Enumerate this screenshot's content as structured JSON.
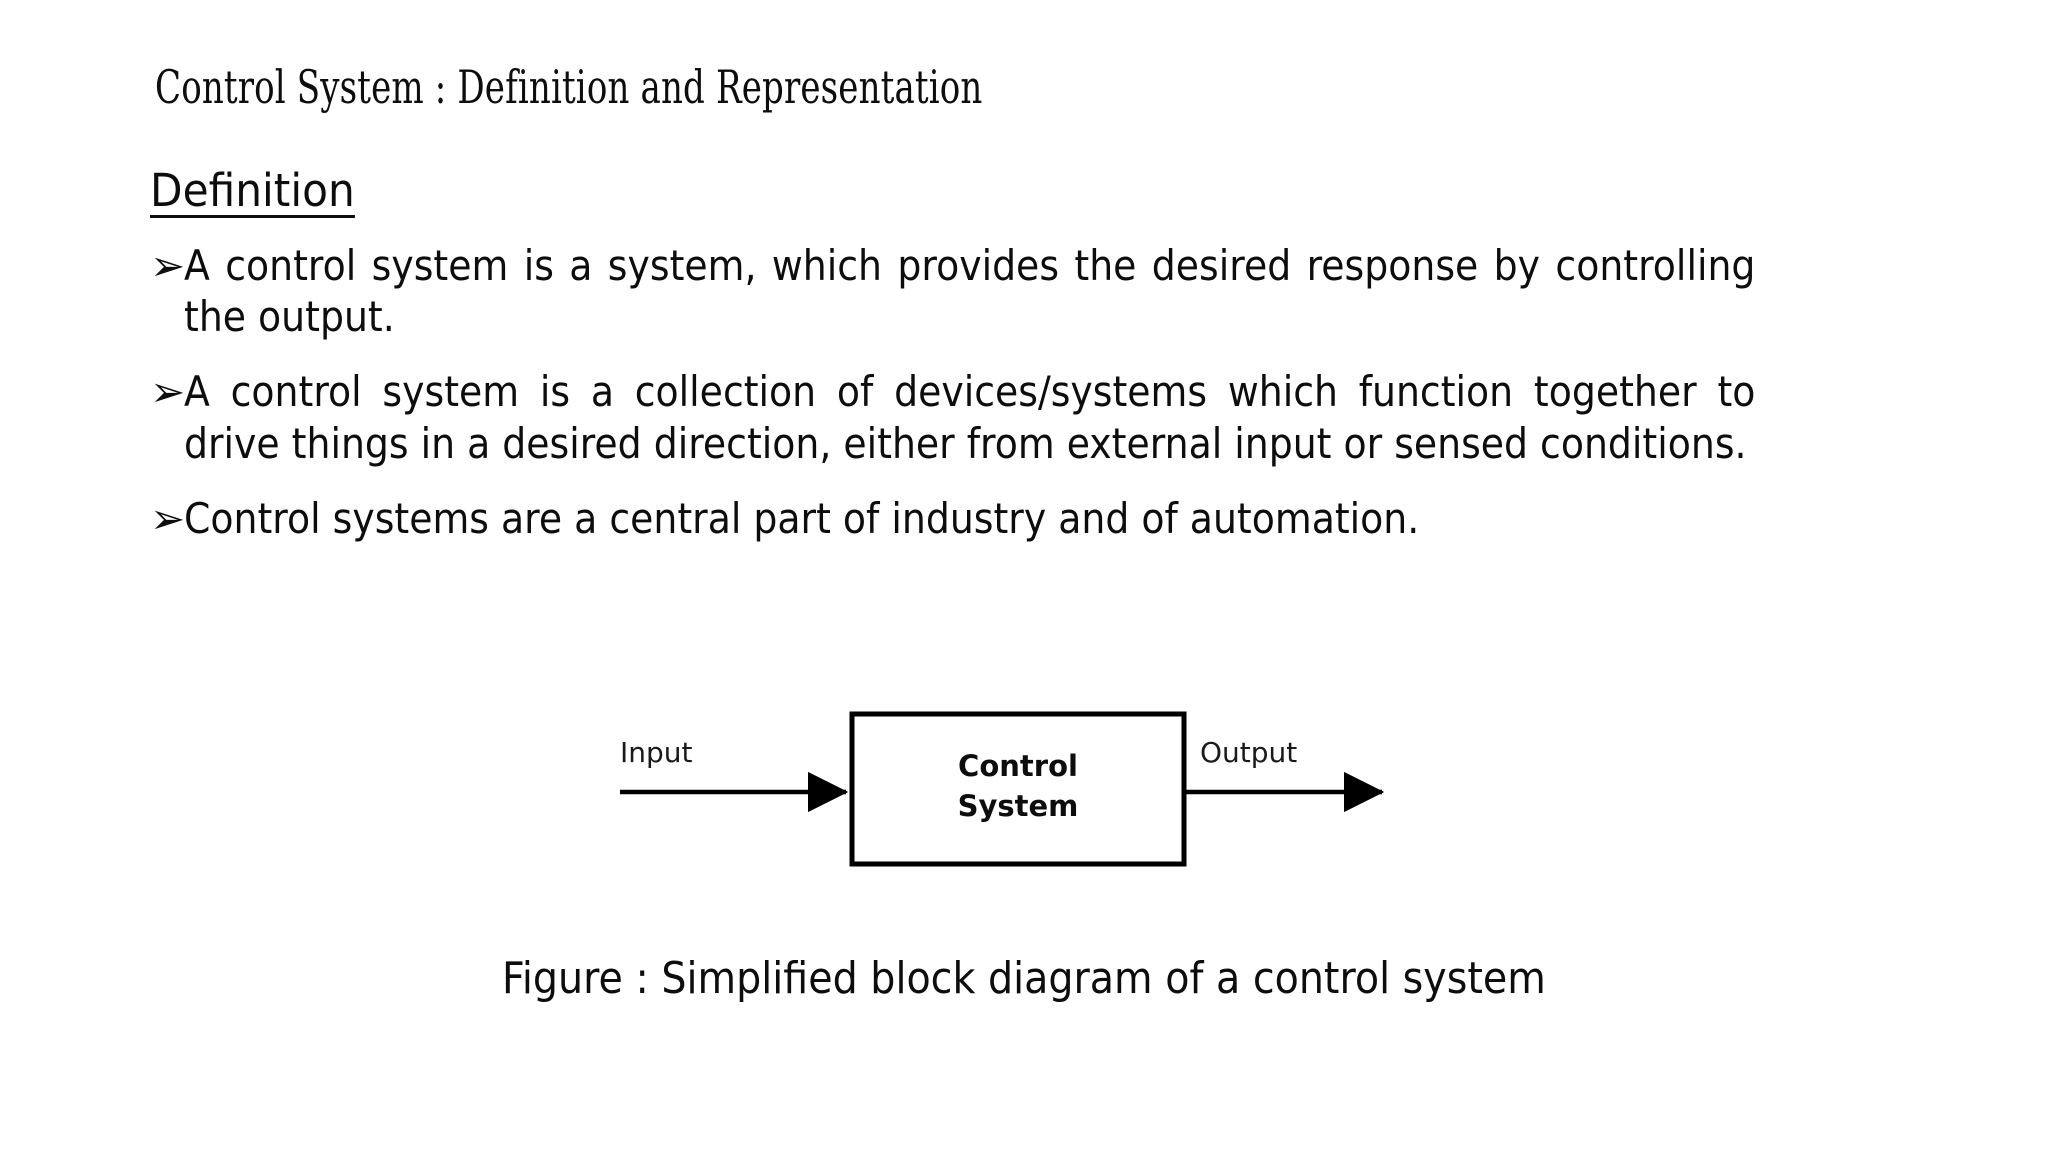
{
  "slide": {
    "title": "Control System : Definition and Representation",
    "background_color": "#ffffff",
    "text_color": "#0d0d0d"
  },
  "section": {
    "heading": "Definition",
    "bullet_marker": "➢"
  },
  "bullets": [
    {
      "marker": "➢",
      "text": "A control system is a system, which provides the desired response by controlling the output."
    },
    {
      "marker": "➢",
      "text": "A control system is a collection of devices/systems which function together to drive things in a desired direction, either from external input or sensed conditions."
    },
    {
      "marker": "➢",
      "text": "Control systems are a central part of industry and of automation."
    }
  ],
  "diagram": {
    "input_label": "Input",
    "output_label": "Output",
    "block_label_line1": "Control",
    "block_label_line2": "System",
    "stroke_color": "#000000",
    "fill_color": "#ffffff"
  },
  "caption": {
    "text": "Figure : Simplified block diagram of a control system"
  }
}
